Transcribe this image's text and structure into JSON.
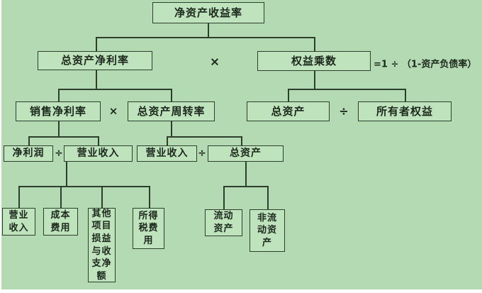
{
  "colors": {
    "background": "#b3dab3",
    "box_fill": "#bfe3bd",
    "line": "#2b3f2b",
    "text": "#1c281c"
  },
  "nodes": {
    "roe": "净资产收益率",
    "roa": "总资产净利率",
    "equity_multiplier": "权益乘数",
    "net_profit_margin": "销售净利率",
    "total_asset_turnover": "总资产周转率",
    "total_assets": "总资产",
    "owners_equity": "所有者权益",
    "net_profit": "净利润",
    "revenue_left": "营业收入",
    "revenue_mid": "营业收入",
    "total_assets_small": "总资产",
    "revenue_bottom": "营业\n收入",
    "cost_expense": "成本\n费用",
    "other_items": "其他\n项目\n损益\n与收\n支净\n额",
    "income_tax": "所得\n税费\n用",
    "current_assets": "流动\n资产",
    "noncurrent_assets": "非流\n动资\n产"
  },
  "operators": {
    "multiply_top": "×",
    "multiply_mid": "×",
    "divide_right": "÷",
    "divide_left4": "÷",
    "divide_mid4": "÷"
  },
  "annotation": {
    "equity_multiplier_formula": "=1 ÷ （1-资产负债率）"
  }
}
